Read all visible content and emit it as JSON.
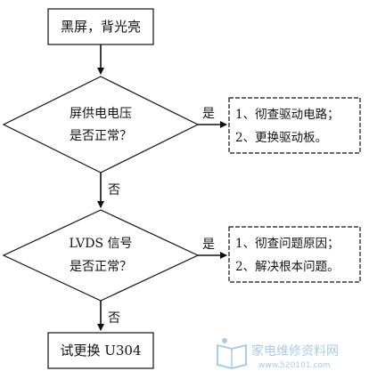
{
  "flowchart": {
    "start_box": "黑屏，背光亮",
    "decision_1": {
      "line_1": "屏供电电压",
      "line_2": "是否正常？"
    },
    "yes_label_1": "是",
    "action_1": {
      "line_1": "1、彻查驱动电路；",
      "line_2": "2、更换驱动板。"
    },
    "no_label_1": "否",
    "decision_2": {
      "line_1": "LVDS 信号",
      "line_2": "是否正常？"
    },
    "yes_label_2": "是",
    "action_2": {
      "line_1": "1、彻查问题原因；",
      "line_2": "2、解决根本问题。"
    },
    "no_label_2": "否",
    "end_box": "试更换 U304"
  },
  "watermark": {
    "title": "家电维修资料网",
    "url": "www.520101.com"
  },
  "colors": {
    "line": "#111111",
    "watermark": "#9ec2dc"
  }
}
